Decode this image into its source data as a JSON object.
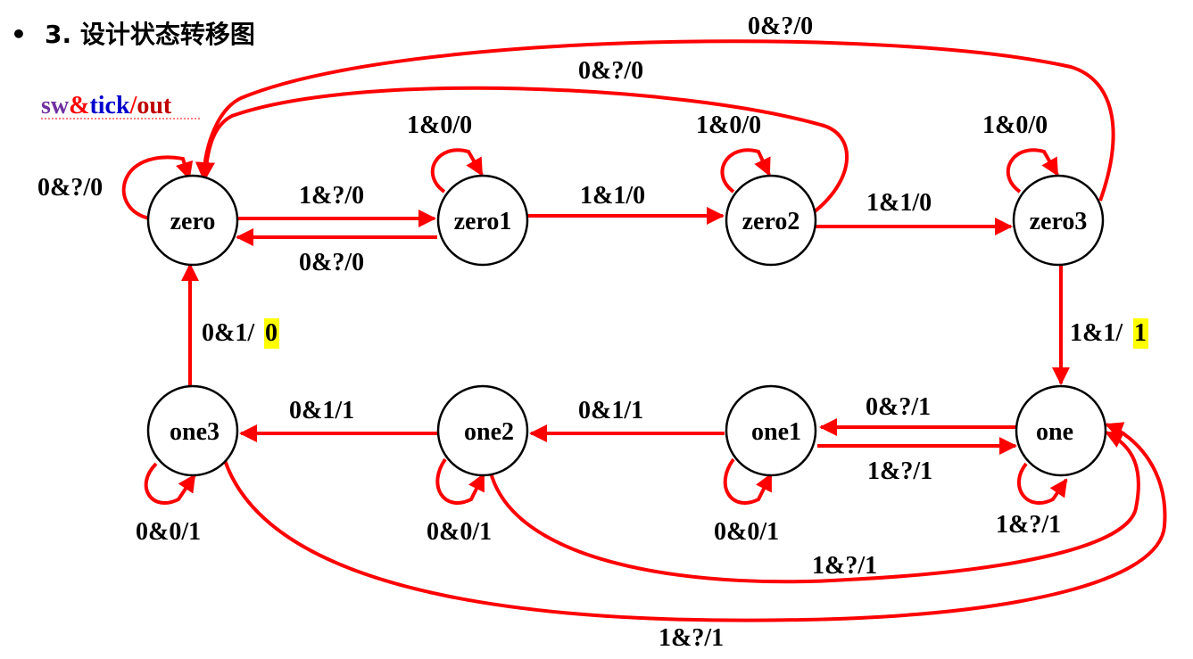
{
  "title": {
    "bullet": "•",
    "text": "3. 设计状态转移图"
  },
  "legend": {
    "sw": "sw",
    "amp": "&",
    "tick": "tick",
    "slash": "/",
    "out": "out",
    "colors": {
      "sw": "#7030A0",
      "amp": "#FF0000",
      "tick": "#0000CC",
      "slash": "#FF0000",
      "out": "#C00000"
    }
  },
  "colors": {
    "edge": "#FF0000",
    "highlight": "#FFFF00",
    "highlight_text": "#0000CC"
  },
  "states": [
    {
      "id": "zero",
      "label": "zero"
    },
    {
      "id": "zero1",
      "label": "zero1"
    },
    {
      "id": "zero2",
      "label": "zero2"
    },
    {
      "id": "zero3",
      "label": "zero3"
    },
    {
      "id": "one",
      "label": "one"
    },
    {
      "id": "one1",
      "label": "one1"
    },
    {
      "id": "one2",
      "label": "one2"
    },
    {
      "id": "one3",
      "label": "one3"
    }
  ],
  "transitions": [
    {
      "id": "zero-self",
      "from": "zero",
      "to": "zero",
      "label": "0&?/0"
    },
    {
      "id": "zero-zero1",
      "from": "zero",
      "to": "zero1",
      "label": "1&?/0"
    },
    {
      "id": "zero1-zero",
      "from": "zero1",
      "to": "zero",
      "label": "0&?/0"
    },
    {
      "id": "zero1-self",
      "from": "zero1",
      "to": "zero1",
      "label": "1&0/0"
    },
    {
      "id": "zero1-zero2",
      "from": "zero1",
      "to": "zero2",
      "label": "1&1/0"
    },
    {
      "id": "zero2-self",
      "from": "zero2",
      "to": "zero2",
      "label": "1&0/0"
    },
    {
      "id": "zero2-zero",
      "from": "zero2",
      "to": "zero",
      "label": "0&?/0"
    },
    {
      "id": "zero2-zero3",
      "from": "zero2",
      "to": "zero3",
      "label": "1&1/0"
    },
    {
      "id": "zero3-self",
      "from": "zero3",
      "to": "zero3",
      "label": "1&0/0"
    },
    {
      "id": "zero3-zero",
      "from": "zero3",
      "to": "zero",
      "label": "0&?/0"
    },
    {
      "id": "zero3-one",
      "from": "zero3",
      "to": "one",
      "label_prefix": "1&1/",
      "label_highlight": "1"
    },
    {
      "id": "one-one1",
      "from": "one",
      "to": "one1",
      "label": "0&?/1"
    },
    {
      "id": "one1-one",
      "from": "one1",
      "to": "one",
      "label": "1&?/1"
    },
    {
      "id": "one-self",
      "from": "one",
      "to": "one",
      "label": "1&?/1"
    },
    {
      "id": "one1-self",
      "from": "one1",
      "to": "one1",
      "label": "0&0/1"
    },
    {
      "id": "one1-one2",
      "from": "one1",
      "to": "one2",
      "label": "0&1/1"
    },
    {
      "id": "one2-self",
      "from": "one2",
      "to": "one2",
      "label": "0&0/1"
    },
    {
      "id": "one2-one3",
      "from": "one2",
      "to": "one3",
      "label": "0&1/1"
    },
    {
      "id": "one2-one",
      "from": "one2",
      "to": "one",
      "label": "1&?/1"
    },
    {
      "id": "one3-self",
      "from": "one3",
      "to": "one3",
      "label": "0&0/1"
    },
    {
      "id": "one3-one",
      "from": "one3",
      "to": "one",
      "label": "1&?/1"
    },
    {
      "id": "one3-zero",
      "from": "one3",
      "to": "zero",
      "label_prefix": "0&1/",
      "label_highlight": "0"
    }
  ]
}
